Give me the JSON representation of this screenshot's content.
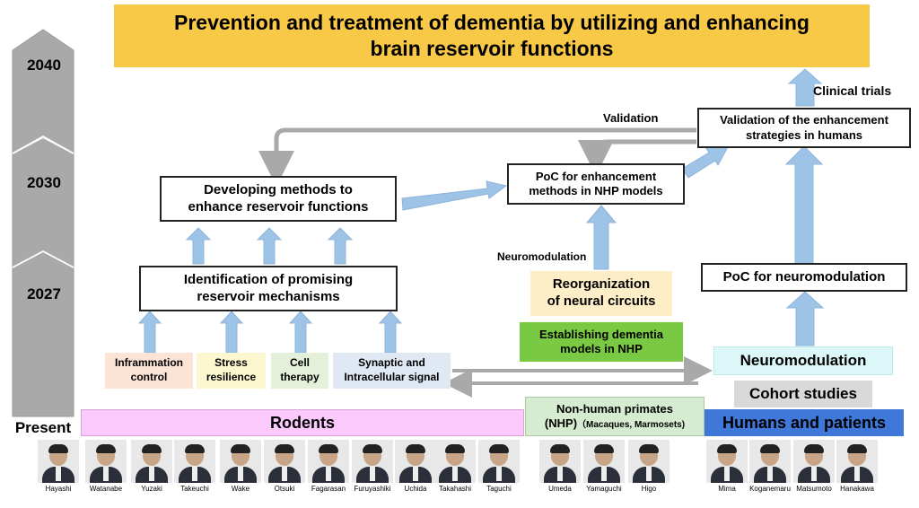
{
  "title": {
    "line1": "Prevention and treatment of dementia by utilizing and enhancing",
    "line2": "brain reservoir functions"
  },
  "timeline": {
    "labels": [
      "2040",
      "2030",
      "2027",
      "Present"
    ]
  },
  "boxes": {
    "developing_line1": "Developing methods to",
    "developing_line2": "enhance reservoir functions",
    "identification_line1": "Identification of promising",
    "identification_line2": "reservoir mechanisms",
    "poc_nhp_line1": "PoC for enhancement",
    "poc_nhp_line2": "methods in NHP models",
    "validation_humans_line1": "Validation of the enhancement",
    "validation_humans_line2": "strategies in humans",
    "poc_neuromodulation": "PoC for neuromodulation",
    "reorganization_line1": "Reorganization",
    "reorganization_line2": "of neural circuits",
    "establishing_line1": "Establishing dementia",
    "establishing_line2": "models in NHP",
    "neuromodulation_box": "Neuromodulation",
    "cohort_studies": "Cohort studies"
  },
  "labels": {
    "validation": "Validation",
    "clinical_trials": "Clinical trials",
    "neuromodulation_side": "Neuromodulation"
  },
  "mechanisms": {
    "inflammation_line1": "Inframmation",
    "inflammation_line2": "control",
    "stress_line1": "Stress",
    "stress_line2": "resilience",
    "cell_line1": "Cell",
    "cell_line2": "therapy",
    "synaptic_line1": "Synaptic and",
    "synaptic_line2": "Intracellular signal"
  },
  "groups": {
    "rodents": "Rodents",
    "nhp_line1": "Non-human primates",
    "nhp_line2_main": "(NHP)",
    "nhp_line2_sub": "（Macaques, Marmosets)",
    "humans": "Humans and patients"
  },
  "people": {
    "rodents": [
      "Hayashi",
      "Watanabe",
      "Yuzaki",
      "Takeuchi",
      "Wake",
      "Otsuki",
      "Fagarasan",
      "Furuyashiki",
      "Uchida",
      "Takahashi",
      "Taguchi"
    ],
    "nhp": [
      "Umeda",
      "Yamaguchi",
      "Higo"
    ],
    "humans": [
      "Mima",
      "Koganemaru",
      "Matsumoto",
      "Hanakawa"
    ]
  },
  "colors": {
    "title_bg": "#f8c847",
    "arrow_blue": "#9dc3e6",
    "gray_arrow": "#a9a9a9",
    "rodents_bg": "#fbc9fb",
    "nhp_bg": "#d6ecd0",
    "humans_bg": "#3f78d8",
    "reorg_bg": "#fdeec8",
    "establishing_bg": "#7ac943",
    "neuromod_bg": "#dcf7f7",
    "cohort_bg": "#d9d9d9",
    "inflammation_bg": "#fbe3d6",
    "stress_bg": "#fdf7cf",
    "cell_bg": "#e4f0da",
    "synaptic_bg": "#e0e8f4"
  }
}
